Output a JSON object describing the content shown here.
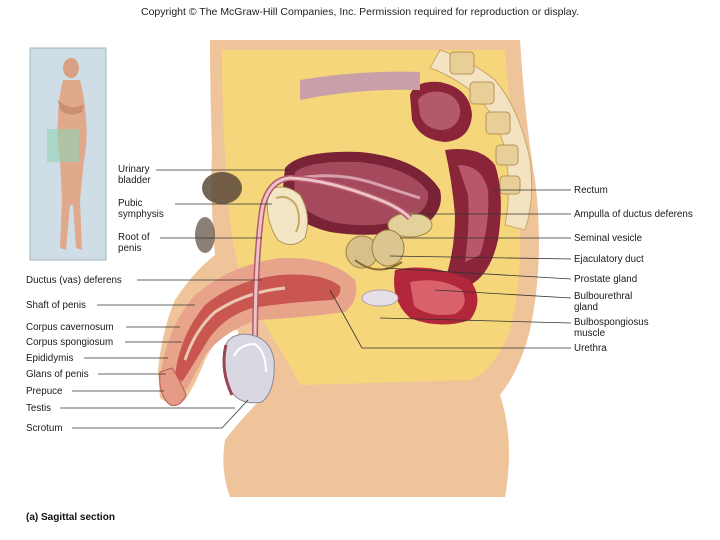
{
  "copyright": "Copyright © The McGraw-Hill Companies, Inc. Permission required for reproduction or display.",
  "caption": {
    "letter": "(a)",
    "text": "Sagittal section"
  },
  "labels_left": {
    "urinary_bladder": "Urinary bladder",
    "pubic_symphysis": "Pubic symphysis",
    "root_of_penis": "Root of penis",
    "ductus_deferens": "Ductus (vas) deferens",
    "shaft_of_penis": "Shaft of penis",
    "corpus_cavernosum": "Corpus cavernosum",
    "corpus_spongiosum": "Corpus spongiosum",
    "epididymis": "Epididymis",
    "glans_of_penis": "Glans of penis",
    "prepuce": "Prepuce",
    "testis": "Testis",
    "scrotum": "Scrotum"
  },
  "labels_right": {
    "rectum": "Rectum",
    "ampulla": "Ampulla of ductus deferens",
    "seminal_vesicle": "Seminal vesicle",
    "ejaculatory_duct": "Ejaculatory duct",
    "prostate_gland": "Prostate gland",
    "bulbourethral_gland": "Bulbourethral gland",
    "bulbospongiosus": "Bulbospongiosus muscle",
    "urethra": "Urethra"
  }
}
